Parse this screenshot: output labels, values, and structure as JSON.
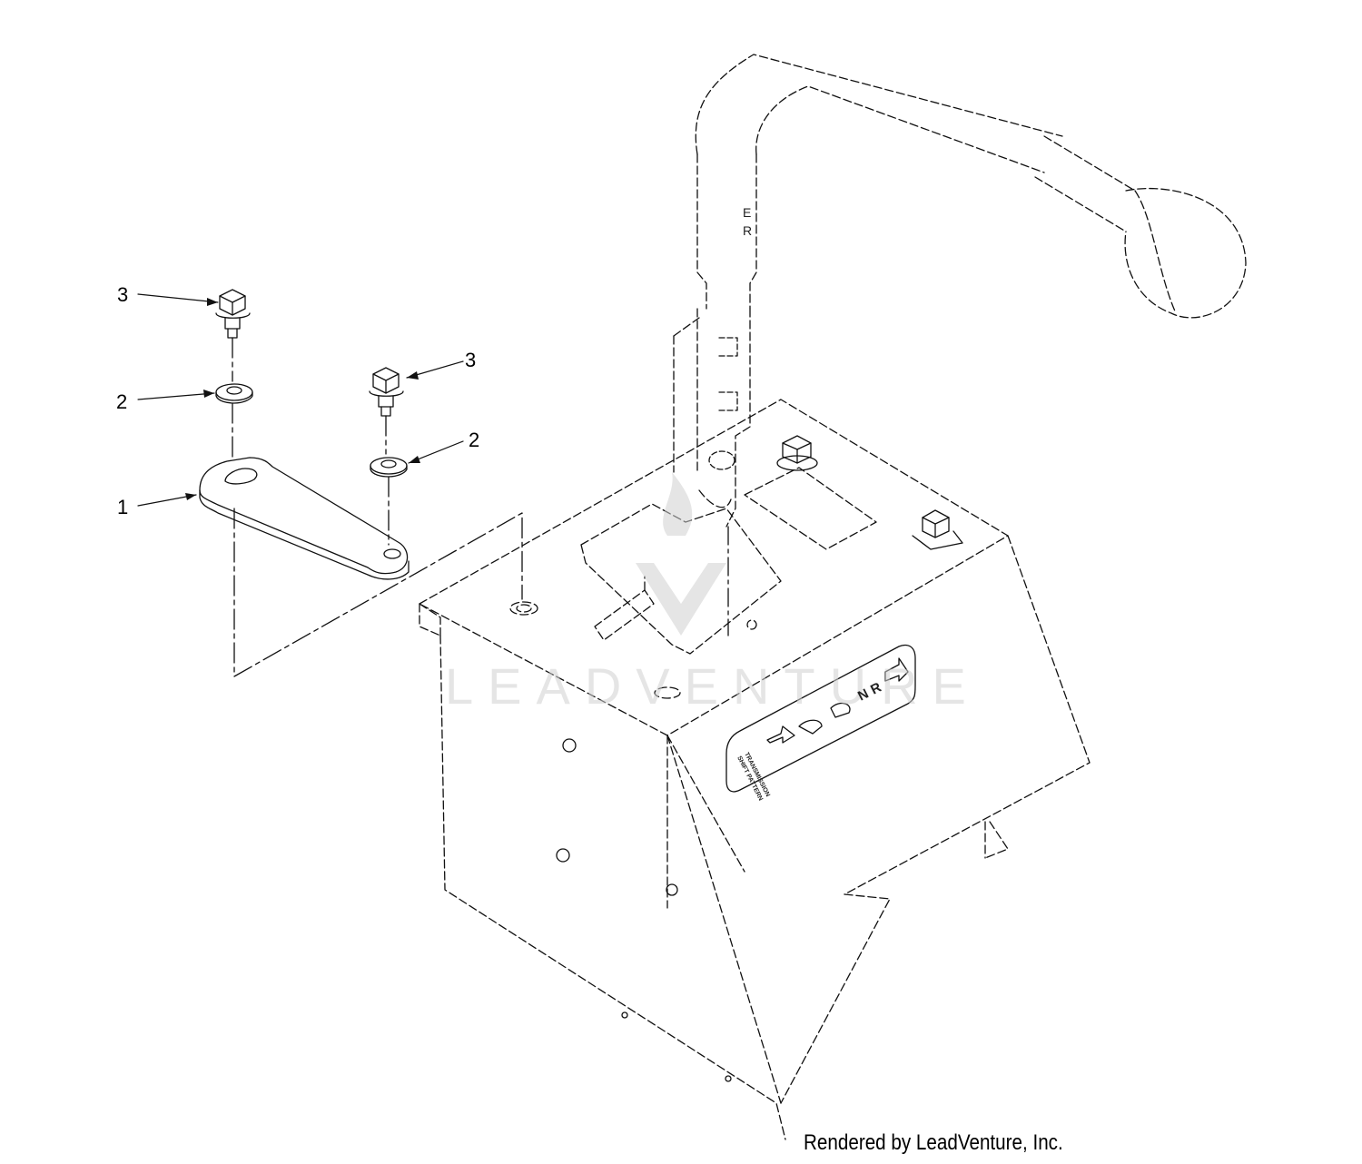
{
  "callouts": [
    {
      "id": "3a",
      "number": "3"
    },
    {
      "id": "2a",
      "number": "2"
    },
    {
      "id": "3b",
      "number": "3"
    },
    {
      "id": "2b",
      "number": "2"
    },
    {
      "id": "1",
      "number": "1"
    }
  ],
  "lever_markings": {
    "letter_top": "E",
    "letter_bottom": "R"
  },
  "decal": {
    "letter_n": "N",
    "letter_r": "R",
    "side_text_1": "TRANSMISSION",
    "side_text_2": "SHIFT PATTERN"
  },
  "watermark": {
    "text": "LEADVENTURE"
  },
  "footer": {
    "credit": "Rendered by LeadVenture, Inc."
  },
  "colors": {
    "line": "#111111",
    "watermark": "#d0d0d0"
  }
}
